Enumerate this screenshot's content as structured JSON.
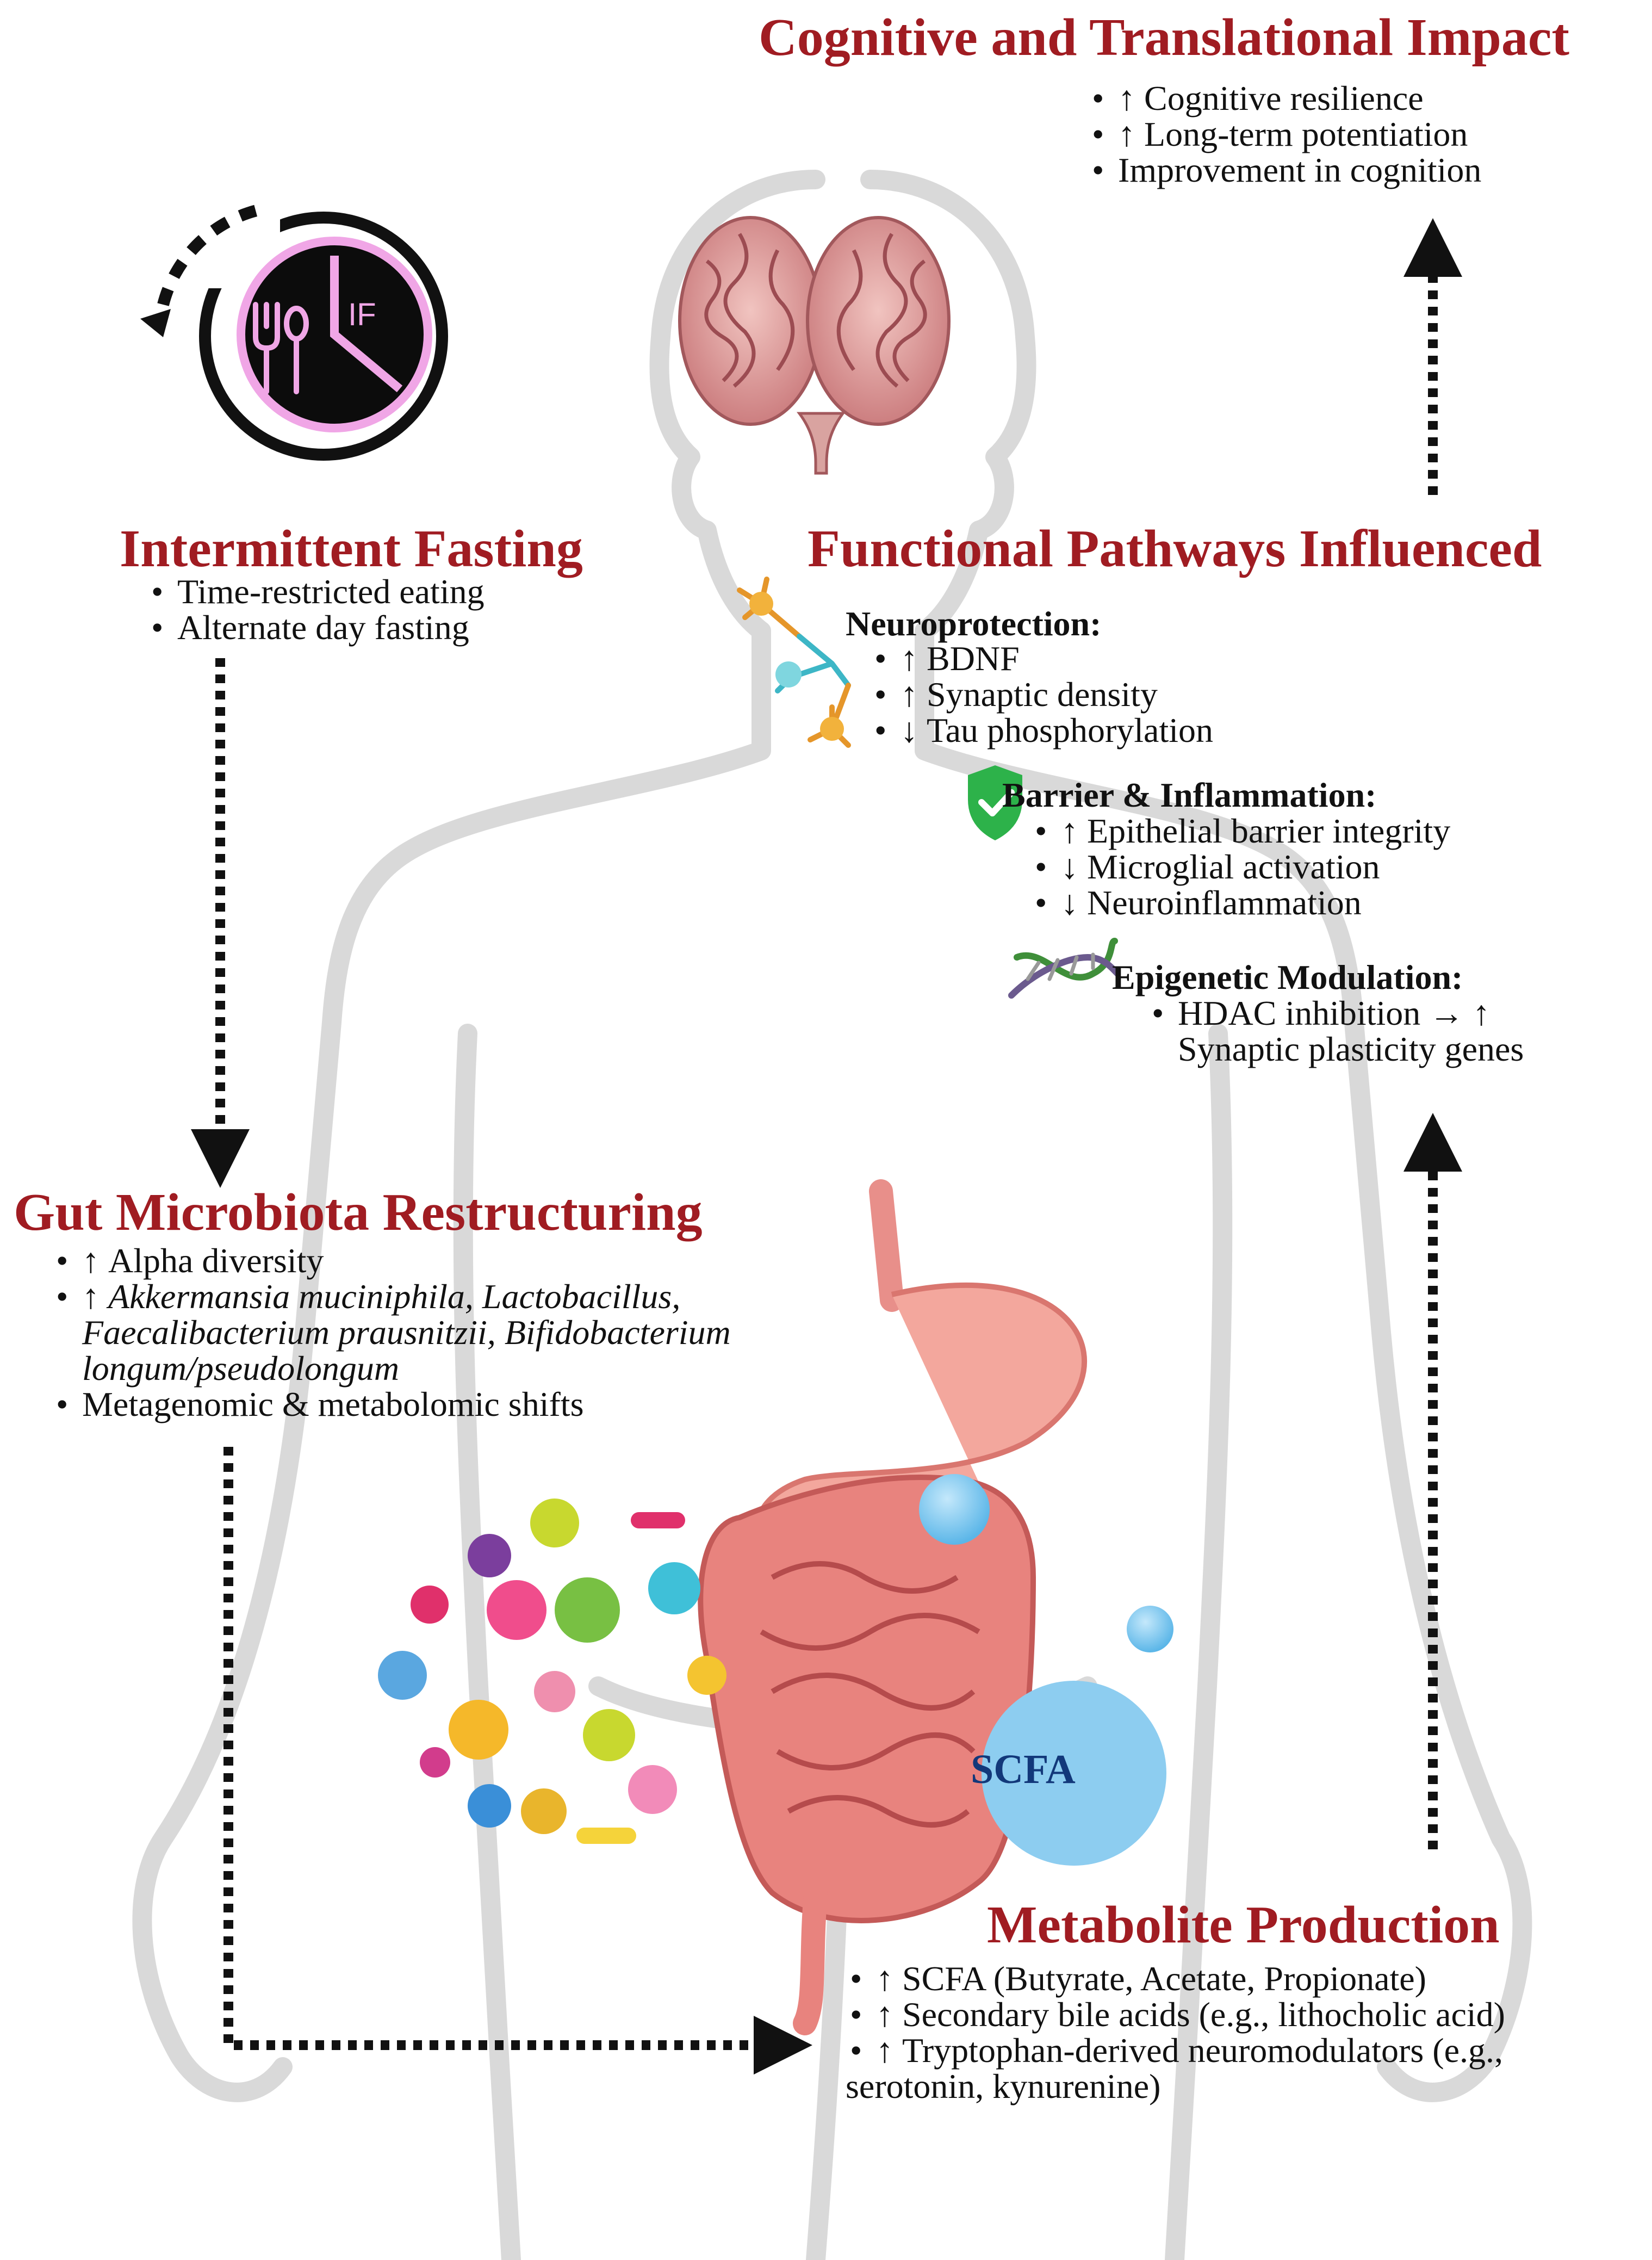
{
  "intermittent_fasting": {
    "title": "Intermittent Fasting",
    "icon_label": "IF",
    "items": [
      {
        "text": "Time-restricted eating"
      },
      {
        "text": "Alternate day fasting"
      }
    ]
  },
  "gut_microbiota": {
    "title": "Gut Microbiota Restructuring",
    "items": [
      {
        "arrow": "↑",
        "text": "Alpha diversity"
      },
      {
        "arrow": "↑",
        "line1": "Akkermansia muciniphila, Lactobacillus,",
        "line2": "Faecalibacterium prausnitzii, Bifidobacterium",
        "line3": "longum/pseudolongum"
      },
      {
        "text": "Metagenomic & metabolomic shifts"
      }
    ]
  },
  "metabolite_production": {
    "title": "Metabolite Production",
    "bubble_label": "SCFA",
    "items": [
      {
        "arrow": "↑",
        "text": "SCFA (Butyrate, Acetate, Propionate)"
      },
      {
        "arrow": "↑",
        "text": "Secondary bile acids (e.g., lithocholic acid)"
      },
      {
        "arrow": "↑",
        "text": "Tryptophan-derived neuromodulators (e.g.,",
        "cont": "serotonin, kynurenine)"
      }
    ]
  },
  "functional_pathways": {
    "title": "Functional Pathways Influenced",
    "neuroprotection": {
      "label": "Neuroprotection:",
      "items": [
        {
          "arrow": "↑",
          "text": "BDNF"
        },
        {
          "arrow": "↑",
          "text": "Synaptic density"
        },
        {
          "arrow": "↓",
          "text": "Tau phosphorylation"
        }
      ]
    },
    "barrier": {
      "label": "Barrier & Inflammation:",
      "items": [
        {
          "arrow": "↑",
          "text": "Epithelial barrier integrity"
        },
        {
          "arrow": "↓",
          "text": "Microglial activation"
        },
        {
          "arrow": "↓",
          "text": "Neuroinflammation"
        }
      ]
    },
    "epigenetic": {
      "label": "Epigenetic Modulation:",
      "items": [
        {
          "text": "HDAC inhibition → ↑",
          "cont": "Synaptic plasticity genes"
        }
      ]
    }
  },
  "cognitive_impact": {
    "title": "Cognitive and Translational Impact",
    "items": [
      {
        "arrow": "↑",
        "text": "Cognitive resilience"
      },
      {
        "arrow": "↑",
        "text": "Long-term potentiation"
      },
      {
        "text": "Improvement in cognition"
      }
    ]
  },
  "colors": {
    "title_red": "#a01c22",
    "silhouette": "#d9d9d9",
    "if_pink": "#f0a6e6",
    "scfa_blue": "#8dcdf0",
    "shield_green": "#2db24a"
  }
}
